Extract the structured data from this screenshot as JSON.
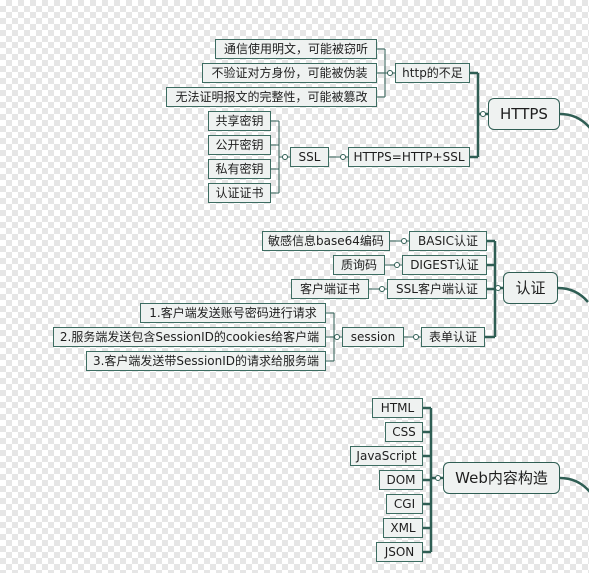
{
  "colors": {
    "edge": "#2f5e54",
    "node_fill": "#eff2f1",
    "node_border": "#3d6d62"
  },
  "mindmap": {
    "https": {
      "label": "HTTPS",
      "http_problems": {
        "label": "http的不足",
        "items": [
          "通信使用明文，可能被窃听",
          "不验证对方身份，可能被伪装",
          "无法证明报文的完整性，可能被篡改"
        ]
      },
      "formula": {
        "label": "HTTPS=HTTP+SSL",
        "ssl": {
          "label": "SSL",
          "items": [
            "共享密钥",
            "公开密钥",
            "私有密钥",
            "认证证书"
          ]
        }
      }
    },
    "auth": {
      "label": "认证",
      "basic": {
        "label": "BASIC认证",
        "detail": "敏感信息base64编码"
      },
      "digest": {
        "label": "DIGEST认证",
        "detail": "质询码"
      },
      "ssl_client": {
        "label": "SSL客户端认证",
        "detail": "客户端证书"
      },
      "form": {
        "label": "表单认证",
        "session": {
          "label": "session",
          "steps": [
            "1.客户端发送账号密码进行请求",
            "2.服务端发送包含SessionID的cookies给客户端",
            "3.客户端发送带SessionID的请求给服务端"
          ]
        }
      }
    },
    "web": {
      "label": "Web内容构造",
      "items": [
        "HTML",
        "CSS",
        "JavaScript",
        "DOM",
        "CGI",
        "XML",
        "JSON"
      ]
    }
  }
}
